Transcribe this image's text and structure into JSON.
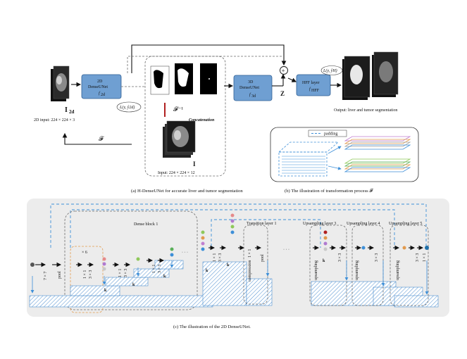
{
  "panel_a": {
    "input_label": "I",
    "input_sub": "2d",
    "input_size": "2D input: 224 × 224 × 3",
    "dense2d_title": "2D",
    "dense2d_name": "DenseUNet",
    "dense2d_f": "f",
    "dense2d_sub": "2d",
    "loss2d": "L(y, ŷ2d)",
    "finv": "𝓕⁻¹",
    "concat": "Concatenation",
    "volume_label": "I",
    "volume_size": "Input: 224 × 224 × 12",
    "dense3d_title": "3D",
    "dense3d_name": "DenseUNet",
    "dense3d_f": "f",
    "dense3d_sub": "3d",
    "z_label": "Z",
    "plus": "+",
    "hff_title": "HFF layer",
    "hff_f": "f",
    "hff_sub": "HFF",
    "loss_h": "L(y, ŷH)",
    "output_label": "Output: liver and tumor segmentation",
    "f_label": "𝓕",
    "caption": "(a) H-DenseUNet for accurate liver and tumor segmentation"
  },
  "panel_b": {
    "legend": "padding",
    "caption": "(b) The illustration of transformation process 𝓕"
  },
  "panel_c": {
    "dense_block": "Dense block 1",
    "transition": "Transition layer 1",
    "up3": "Upsampling layer 3",
    "up4": "Upsampling layer 4",
    "up5": "Upsampling layer 5",
    "sevenby7": "7 × 7",
    "pool": "pool",
    "xs": "× 6",
    "conv1": "1 × 1",
    "conv3": "3 × 3",
    "k": "k",
    "compression": "compression",
    "upsampling": "upsampling",
    "dots": "· · ·",
    "caption": "(c) The illustration of the 2D DenseUNet."
  },
  "colors": {
    "box": "#6f9fd2",
    "gray_panel": "#ececec",
    "dashed_blue": "#3d8fd8",
    "orange_outline": "#e19a4d"
  }
}
